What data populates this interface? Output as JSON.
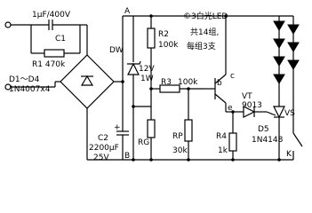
{
  "notes": {
    "line1": "©3白光LED",
    "line2": "共14组,",
    "line3": "每组3支"
  },
  "components": {
    "c1_value": "1μF/400V",
    "c1": "C1",
    "r1": "R1  470k",
    "d1_4": "D1～D4",
    "d1_4_part": "1N4007x4",
    "c2": "C2",
    "c2_value": "2200μF",
    "c2_voltage": "25V",
    "dw": "DW",
    "dw_voltage": "12V",
    "dw_power": "1W",
    "r2": "R2",
    "r2_value": "100k",
    "r3": "R3",
    "r3_value": "100k",
    "rg": "RG",
    "rp": "RP",
    "rp_value": "30k",
    "r4": "R4",
    "r4_value": "1k",
    "vt": "VT",
    "vt_part": "9013",
    "d5": "D5",
    "d5_part": "1N4148",
    "vs": "VS",
    "k": "K"
  },
  "nodes": {
    "a": "A",
    "b": "B",
    "base": "b",
    "collector": "c",
    "emitter": "e",
    "plus": "+"
  }
}
